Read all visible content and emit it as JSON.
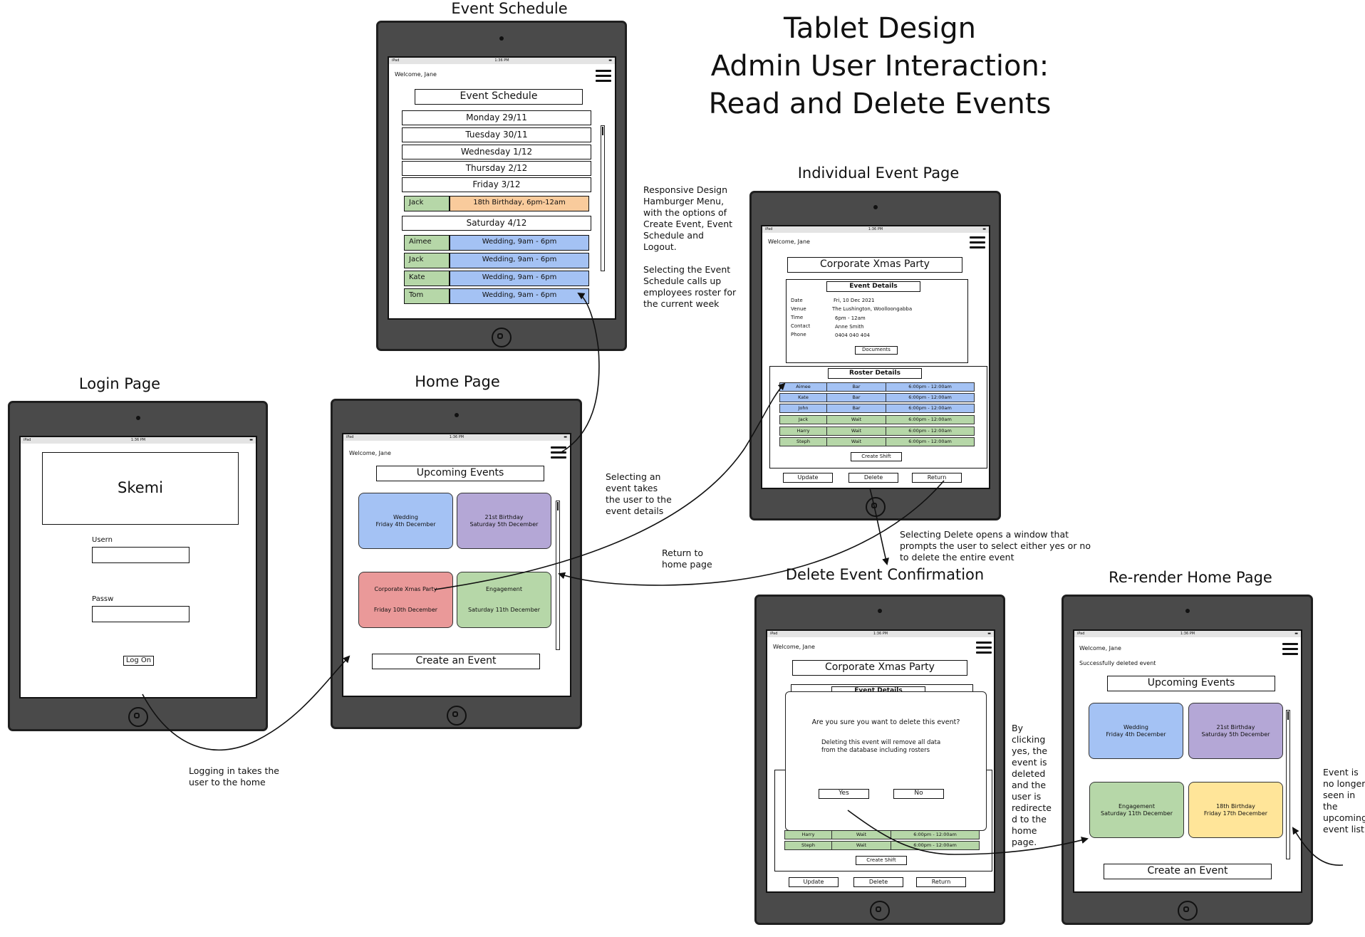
{
  "diagram_title": [
    "Tablet Design",
    "Admin User Interaction:",
    "Read and Delete Events"
  ],
  "screens": {
    "event_schedule": {
      "title": "Event Schedule",
      "header": "Event Schedule",
      "welcome": "Welcome, Jane",
      "days": [
        "Monday 29/11",
        "Tuesday 30/11",
        "Wednesday 1/12",
        "Thursday 2/12",
        "Friday 3/12",
        "Saturday 4/12"
      ],
      "friday_shift": {
        "name": "Jack",
        "event": "18th Birthday, 6pm-12am"
      },
      "saturday_shifts": [
        {
          "name": "Aimee",
          "event": "Wedding, 9am - 6pm"
        },
        {
          "name": "Jack",
          "event": "Wedding, 9am - 6pm"
        },
        {
          "name": "Kate",
          "event": "Wedding, 9am - 6pm"
        },
        {
          "name": "Tom",
          "event": "Wedding, 9am - 6pm"
        }
      ]
    },
    "login": {
      "title": "Login Page",
      "logo": "Skemi",
      "username_label": "Usern",
      "password_label": "Passw",
      "button": "Log On"
    },
    "home": {
      "title": "Home Page",
      "welcome": "Welcome, Jane",
      "header": "Upcoming Events",
      "cards": [
        {
          "line1": "Wedding",
          "line2": "Friday 4th December"
        },
        {
          "line1": "21st Birthday",
          "line2": "Saturday 5th December"
        },
        {
          "line1": "Corporate Xmas Party",
          "line2": "Friday 10th December"
        },
        {
          "line1": "Engagement",
          "line2": "Saturday 11th December"
        }
      ],
      "create_button": "Create an Event"
    },
    "event_page": {
      "title": "Individual Event Page",
      "welcome": "Welcome, Jane",
      "header": "Corporate Xmas Party",
      "details_header": "Event Details",
      "detail_labels": [
        "Date",
        "Venue",
        "Time",
        "Contact",
        "Phone"
      ],
      "detail_values": [
        "Fri, 10 Dec 2021",
        "The Lushington, Woolloongabba",
        "6pm - 12am",
        "Anne Smith",
        "0404 040 404"
      ],
      "documents_button": "Documents",
      "roster_header": "Roster Details",
      "roster": [
        {
          "name": "Aimee",
          "role": "Bar",
          "time": "6:00pm - 12:00am"
        },
        {
          "name": "Kate",
          "role": "Bar",
          "time": "6:00pm - 12:00am"
        },
        {
          "name": "John",
          "role": "Bar",
          "time": "6:00pm - 12:00am"
        },
        {
          "name": "Jack",
          "role": "Wait",
          "time": "6:00pm - 12:00am"
        },
        {
          "name": "Harry",
          "role": "Wait",
          "time": "6:00pm - 12:00am"
        },
        {
          "name": "Steph",
          "role": "Wait",
          "time": "6:00pm - 12:00am"
        }
      ],
      "create_shift_button": "Create Shift",
      "update_button": "Update",
      "delete_button": "Delete",
      "return_button": "Return"
    },
    "delete_confirm": {
      "title": "Delete Event Confirmation",
      "welcome": "Welcome, Jane",
      "header": "Corporate Xmas Party",
      "details_header": "Event Details",
      "question": "Are you sure you want to delete this event?",
      "warning": "Deleting this event will remove all data from the database including rosters",
      "yes_button": "Yes",
      "no_button": "No",
      "partial_rows": [
        {
          "name": "Harry",
          "role": "Wait",
          "time": "6:00pm - 12:00am"
        },
        {
          "name": "Steph",
          "role": "Wait",
          "time": "6:00pm - 12:00am"
        }
      ],
      "create_shift_button": "Create Shift",
      "update_button": "Update",
      "delete_button": "Delete",
      "return_button": "Return"
    },
    "rerender_home": {
      "title": "Re-render Home Page",
      "welcome": "Welcome, Jane",
      "success_msg": "Successfully deleted event",
      "header": "Upcoming Events",
      "cards": [
        {
          "line1": "Wedding",
          "line2": "Friday 4th December"
        },
        {
          "line1": "21st Birthday",
          "line2": "Saturday 5th December"
        },
        {
          "line1": "Engagement",
          "line2": "Saturday 11th December"
        },
        {
          "line1": "18th Birthday",
          "line2": "Friday 17th December"
        }
      ],
      "create_button": "Create an Event"
    }
  },
  "status_bar": {
    "left": "iPad",
    "center": "1:36 PM",
    "right": "▬"
  },
  "notes": {
    "hamburger": "Responsive Design\nHamburger Menu,\nwith the options of\nCreate Event, Event\nSchedule and\nLogout.\n\nSelecting the Event\nSchedule calls up\nemployees roster for\nthe current week",
    "select_event": "Selecting an\nevent takes\nthe user to the\nevent details",
    "return_home": "Return to\nhome page",
    "delete_prompt": "Selecting Delete opens a window that\nprompts the user to select either yes or no\nto delete the entire event",
    "login_flow": "Logging in takes the\nuser to the home",
    "by_clicking_yes": "By\nclicking\nyes, the\nevent is\ndeleted\nand the\nuser is\nredirecte\nd to the\nhome\npage.",
    "no_longer_seen": "Event is\nno longer\nseen in\nthe\nupcoming\nevent list"
  },
  "colors": {
    "tablet_body": "#4a4a4a",
    "card_blue": "#a4c2f4",
    "card_purple": "#b4a7d6",
    "card_red": "#ea9999",
    "card_green": "#b6d7a8",
    "card_yellow": "#ffe599",
    "shift_orange": "#f9cb9c"
  }
}
